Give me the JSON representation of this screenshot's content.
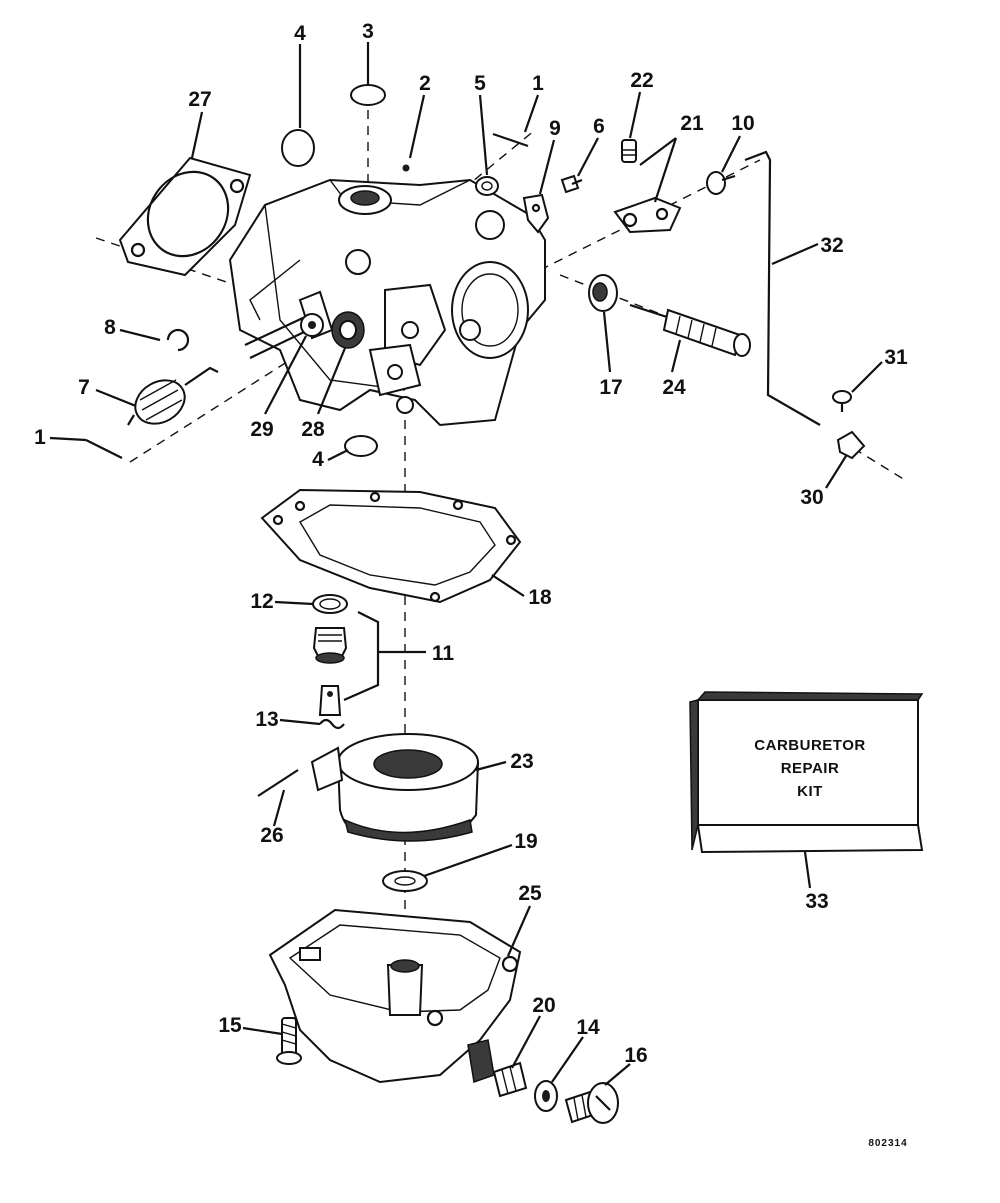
{
  "labels": {
    "l1a": "1",
    "l1b": "1",
    "l2": "2",
    "l3": "3",
    "l4a": "4",
    "l4b": "4",
    "l5": "5",
    "l6": "6",
    "l7": "7",
    "l8": "8",
    "l9": "9",
    "l10": "10",
    "l11": "11",
    "l12": "12",
    "l13": "13",
    "l14": "14",
    "l15": "15",
    "l16": "16",
    "l17": "17",
    "l18": "18",
    "l19": "19",
    "l20": "20",
    "l21": "21",
    "l22": "22",
    "l23": "23",
    "l24": "24",
    "l25": "25",
    "l26": "26",
    "l27": "27",
    "l28": "28",
    "l29": "29",
    "l30": "30",
    "l31": "31",
    "l32": "32",
    "l33": "33"
  },
  "kit": {
    "line1": "CARBURETOR",
    "line2": "REPAIR",
    "line3": "KIT"
  },
  "reference": "802314"
}
